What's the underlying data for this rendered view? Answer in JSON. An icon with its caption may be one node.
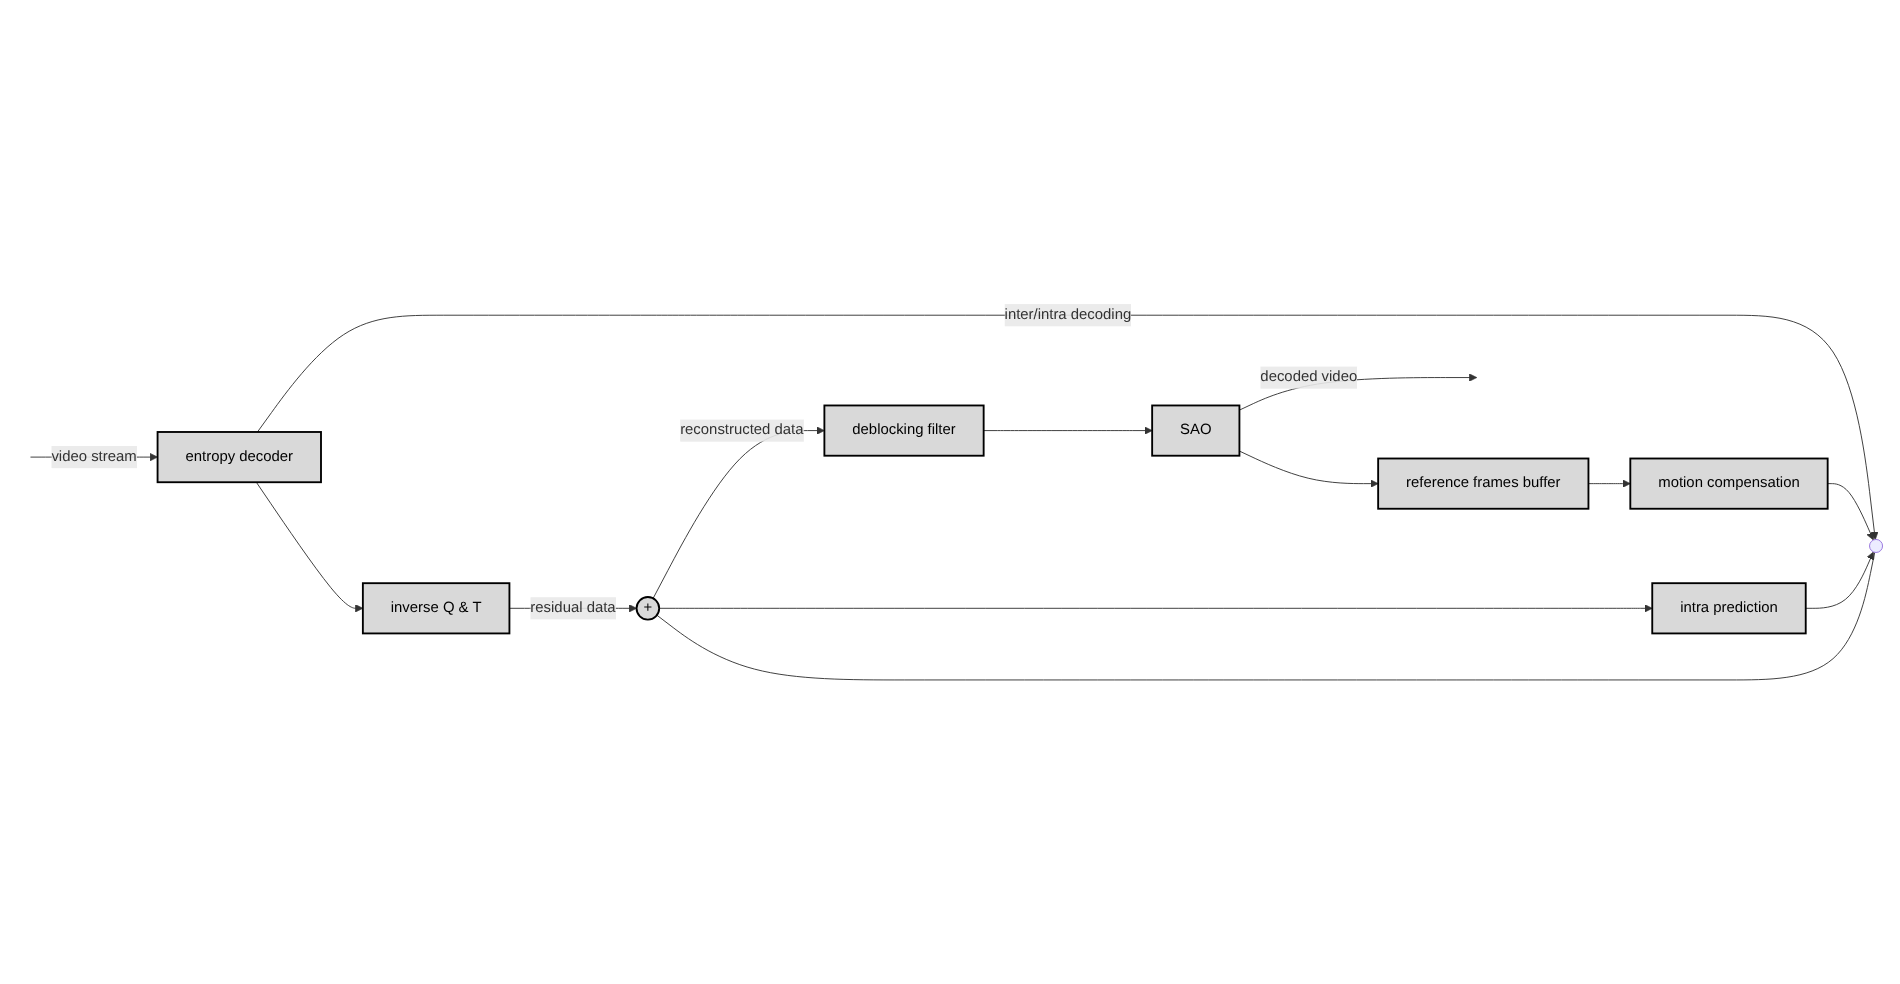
{
  "diagram": {
    "nodes": [
      {
        "text": [
          "entropy decoder"
        ]
      },
      {
        "text": [
          "inverse Q & T"
        ]
      },
      {
        "text": [
          "+"
        ]
      },
      {
        "text": [
          "deblocking filter"
        ]
      },
      {
        "text": [
          "SAO"
        ]
      },
      {
        "text": [
          "intra prediction"
        ]
      },
      {
        "text": [
          "reference frames buffer"
        ]
      },
      {
        "text": [
          "motion compensation"
        ]
      },
      {
        "text": [],
        "shape": "switch"
      }
    ],
    "edges": [
      {
        "from": null,
        "to": 0,
        "arrow": "to",
        "label": "video stream"
      },
      {
        "from": 0,
        "to": 1,
        "arrow": "to"
      },
      {
        "from": 0,
        "to": 8,
        "arrow": "to",
        "label": "inter/intra decoding"
      },
      {
        "from": 1,
        "to": 2,
        "arrow": "to",
        "label": "residual data"
      },
      {
        "from": 2,
        "to": 3,
        "arrow": "to",
        "label": "reconstructed data"
      },
      {
        "from": 2,
        "to": 5,
        "arrow": "to"
      },
      {
        "from": 3,
        "to": 4,
        "arrow": "to"
      },
      {
        "from": 4,
        "to": null,
        "arrow": "to",
        "label": "decoded video"
      },
      {
        "from": 4,
        "to": 6,
        "arrow": "to"
      },
      {
        "from": 6,
        "to": 7,
        "arrow": "to"
      },
      {
        "from": 7,
        "to": 8,
        "arrow": "to"
      },
      {
        "from": 5,
        "to": 8,
        "arrow": "to"
      },
      {
        "from": 8,
        "to": 2,
        "arrow": "none"
      }
    ]
  }
}
